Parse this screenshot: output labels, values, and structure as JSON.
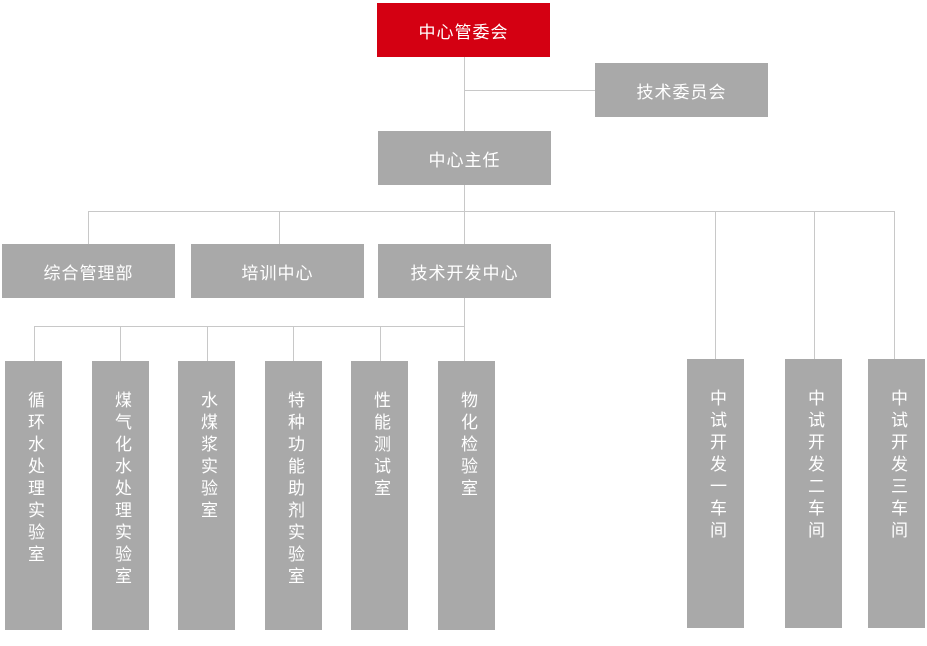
{
  "top": {
    "label": "中心管委会",
    "color": "#d40012"
  },
  "advisory": {
    "label": "技术委员会"
  },
  "director": {
    "label": "中心主任"
  },
  "departments": [
    {
      "label": "综合管理部"
    },
    {
      "label": "培训中心"
    },
    {
      "label": "技术开发中心"
    }
  ],
  "labs": [
    {
      "label": "循环水处理实验室"
    },
    {
      "label": "煤气化水处理实验室"
    },
    {
      "label": "水煤浆实验室"
    },
    {
      "label": "特种功能助剂实验室"
    },
    {
      "label": "性能测试室"
    },
    {
      "label": "物化检验室"
    }
  ],
  "workshops": [
    {
      "label": "中试开发一车间"
    },
    {
      "label": "中试开发二车间"
    },
    {
      "label": "中试开发三车间"
    }
  ],
  "colors": {
    "box": "#a9a9a9",
    "accent": "#d40012",
    "connector": "#c8c8c8",
    "text": "#ffffff"
  }
}
